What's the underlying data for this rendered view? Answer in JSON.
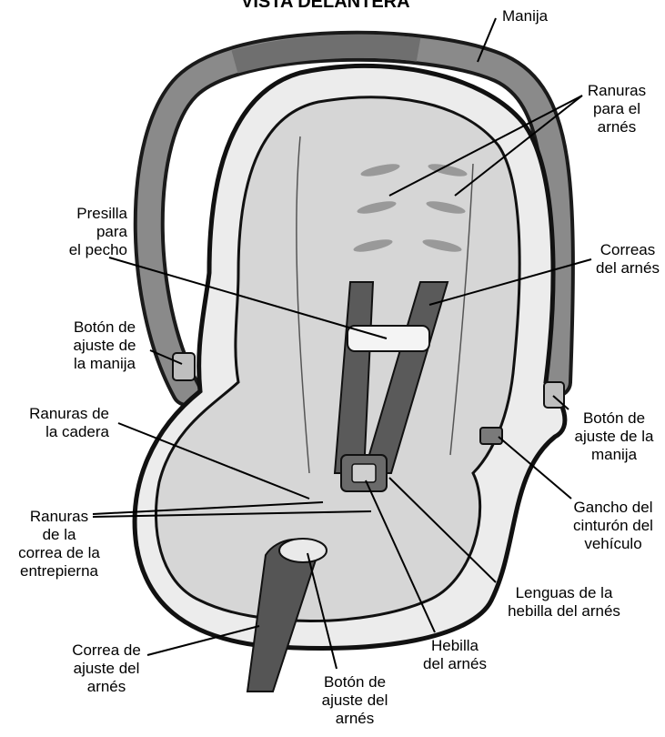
{
  "title": "VISTA DELANTERA",
  "labels": {
    "handle": "Manija",
    "harness_slots": "Ranuras\npara el\narnés",
    "chest_clip": "Presilla\npara\nel pecho",
    "harness_straps": "Correas\ndel arnés",
    "handle_button_left": "Botón de\najuste de\nla manija",
    "handle_button_right": "Botón de\najuste de la\nmanija",
    "hip_slots": "Ranuras de\nla cadera",
    "belt_hook": "Gancho del\ncinturón del\nvehículo",
    "crotch_slots": "Ranuras\nde la\ncorrea de la\nentrepierna",
    "buckle_tongues": "Lenguas de la\nhebilla del arnés",
    "buckle": "Hebilla\ndel arnés",
    "adjust_strap": "Correa de\najuste del\narnés",
    "adjust_button": "Botón de\najuste del\narnés"
  }
}
